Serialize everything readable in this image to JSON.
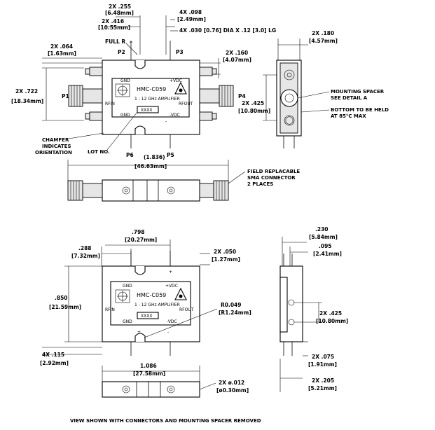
{
  "drawing": {
    "part_number": "HMC-C059",
    "part_desc": "1 - 12 GHz AMPLIFIER",
    "lot_box": "XXXX",
    "pin_labels": {
      "gnd": "GND",
      "vdc_pos": "+VDC",
      "vdc_neg": "-VDC",
      "rfin": "RFIN",
      "rfout": "RFOUT"
    },
    "port_labels": {
      "p1": "P1",
      "p2": "P2",
      "p3": "P3",
      "p4": "P4",
      "p5": "P5",
      "p6": "P6"
    },
    "plus": "+",
    "minus": "-",
    "top_view": {
      "d_255": "2X .255",
      "d_255_mm": "[6.48mm]",
      "d_416": "2X .416",
      "d_416_mm": "[10.55mm]",
      "d_098": "4X .098",
      "d_098_mm": "[2.49mm]",
      "d_pin": "4X .030 [0.76] DIA X .12 [3.0] LG",
      "full_r": "FULL R",
      "d_064": "2X .064",
      "d_064_mm": "[1.63mm]",
      "d_160": "2X .160",
      "d_160_mm": "[4.07mm]",
      "d_722": "2X .722",
      "d_722_mm": "[18.34mm]",
      "chamfer": [
        "CHAMFER",
        "INDICATES",
        "ORIENTATION"
      ],
      "lot_no": "LOT NO."
    },
    "side_view_right": {
      "d_180": "2X .180",
      "d_180_mm": "[4.57mm]",
      "d_425": "2X .425",
      "d_425_mm": "[10.80mm]",
      "spacer": [
        "MOUNTING SPACER",
        "SEE DETAIL A"
      ],
      "bottom": [
        "BOTTOM TO BE HELD",
        "AT 85°C MAX"
      ]
    },
    "front_view": {
      "d_1836": "(1.836)",
      "d_1836_mm": "[46.63mm]",
      "field": [
        "FIELD REPLACABLE",
        "SMA CONNECTOR",
        "2 PLACES"
      ]
    },
    "lower_view": {
      "d_798": ".798",
      "d_798_mm": "[20.27mm]",
      "d_288": ".288",
      "d_288_mm": "[7.32mm]",
      "d_050": "2X .050",
      "d_050_mm": "[1.27mm]",
      "d_850": ".850",
      "d_850_mm": "[21.59mm]",
      "r_049": "R0.049",
      "r_049_mm": "[R1.24mm]",
      "d_115": "4X .115",
      "d_115_mm": "[2.92mm]"
    },
    "lower_side": {
      "d_230": ".230",
      "d_230_mm": "[5.84mm]",
      "d_095": ".095",
      "d_095_mm": "[2.41mm]",
      "d_425": "2X .425",
      "d_425_mm": "[10.80mm]",
      "d_075": "2X .075",
      "d_075_mm": "[1.91mm]",
      "d_205": "2X .205",
      "d_205_mm": "[5.21mm]"
    },
    "lower_front": {
      "d_1086": "1.086",
      "d_1086_mm": "[27.58mm]",
      "d_012": "2X ø.012",
      "d_012_mm": "[ø0.30mm]"
    },
    "footer_note": "VIEW SHOWN WITH CONNECTORS AND MOUNTING SPACER REMOVED"
  }
}
